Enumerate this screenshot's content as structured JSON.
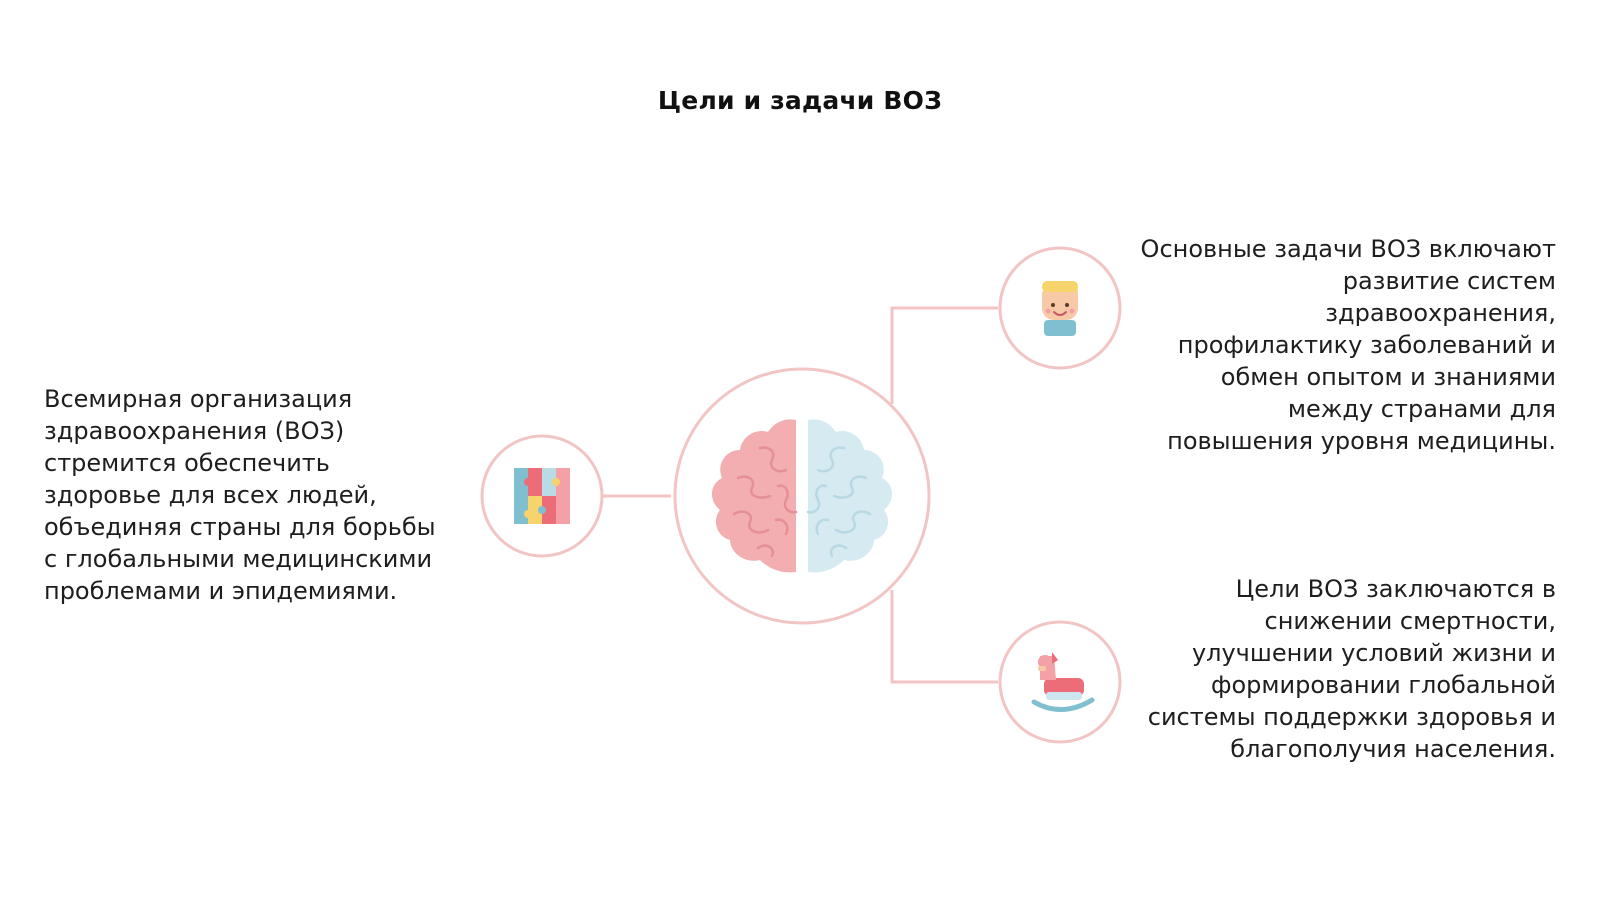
{
  "title": "Цели и задачи ВОЗ",
  "blocks": {
    "left": "Всемирная организация здравоохранения (ВОЗ) стремится обеспечить здоровье для всех людей, объединяя страны для борьбы с глобальными медицинскими проблемами и эпидемиями.",
    "top_right": "Основные задачи ВОЗ включают развитие систем здравоохранения, профилактику заболеваний и обмен опытом и знаниями между странами для повышения уровня медицины.",
    "bottom_right": "Цели ВОЗ заключаются в снижении смертности, улучшении условий жизни и формировании глобальной системы поддержки здоровья и благополучия населения."
  },
  "icons": {
    "center": "brain-icon",
    "left": "puzzle-icon",
    "top_right": "child-face-icon",
    "bottom_right": "rocking-horse-icon"
  },
  "colors": {
    "ring": "#f2c4c4",
    "brain_left": "#f0a9ad",
    "brain_right": "#cde6ef",
    "accent_red": "#ec6c78",
    "accent_blue": "#7fbfcf",
    "accent_yellow": "#f6d36b"
  }
}
